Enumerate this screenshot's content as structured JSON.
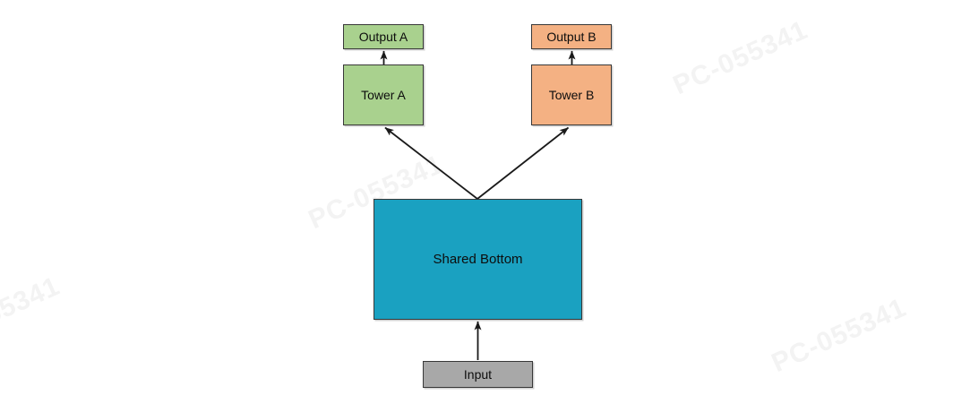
{
  "diagram": {
    "type": "flow-diagram",
    "nodes": [
      {
        "id": "output-a",
        "label": "Output A",
        "fill": "#a9d18e"
      },
      {
        "id": "tower-a",
        "label": "Tower A",
        "fill": "#a9d18e"
      },
      {
        "id": "output-b",
        "label": "Output B",
        "fill": "#f4b183"
      },
      {
        "id": "tower-b",
        "label": "Tower B",
        "fill": "#f4b183"
      },
      {
        "id": "shared-bottom",
        "label": "Shared Bottom",
        "fill": "#1aa1c1"
      },
      {
        "id": "input",
        "label": "Input",
        "fill": "#a8a8a8"
      }
    ],
    "edges": [
      {
        "from": "input",
        "to": "shared-bottom"
      },
      {
        "from": "shared-bottom",
        "to": "tower-a"
      },
      {
        "from": "shared-bottom",
        "to": "tower-b"
      },
      {
        "from": "tower-a",
        "to": "output-a"
      },
      {
        "from": "tower-b",
        "to": "output-b"
      }
    ],
    "edge_color": "#1a1a1a"
  },
  "watermark": {
    "text": "PC-055341",
    "color": "#f3f3f3"
  }
}
